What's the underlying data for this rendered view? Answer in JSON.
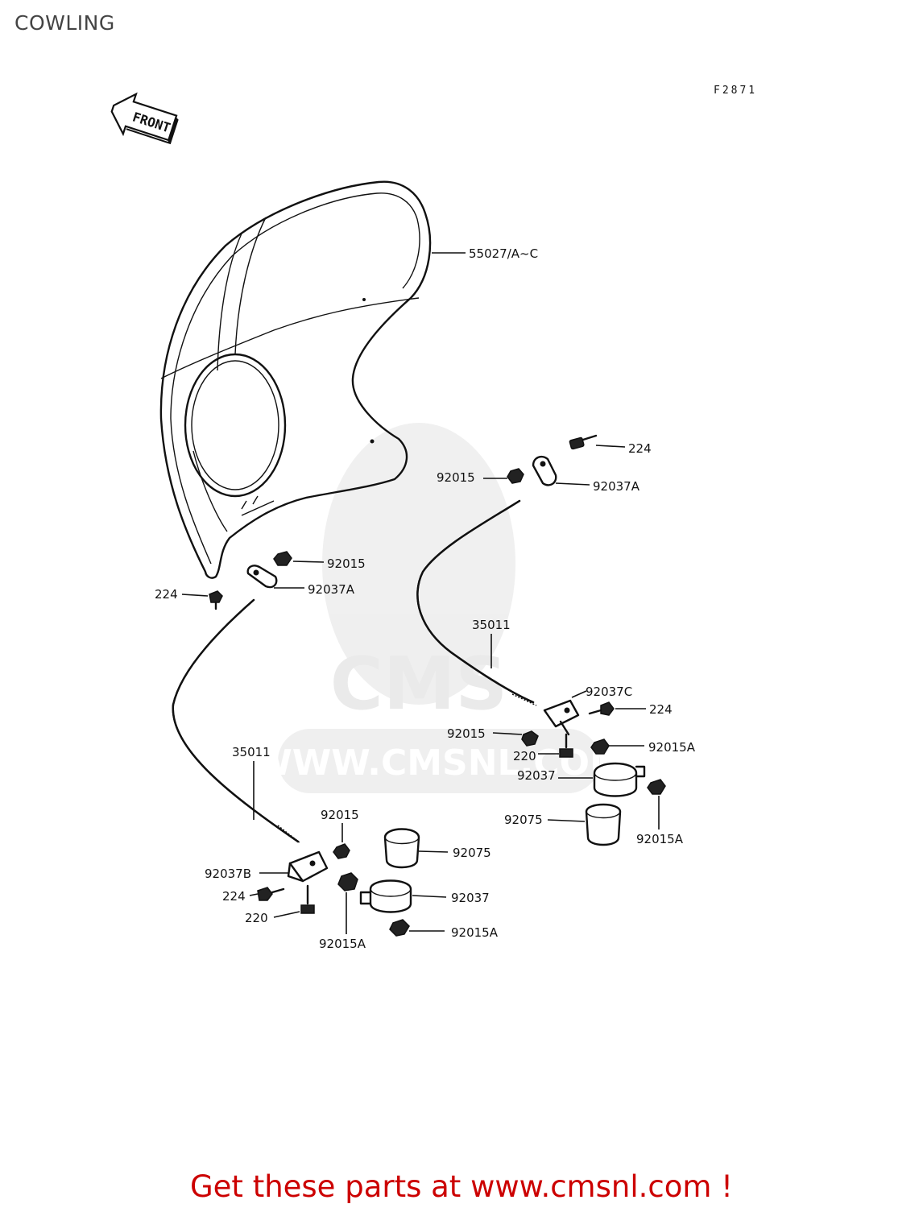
{
  "header": {
    "title": "COWLING"
  },
  "diagram": {
    "reference_code": "F2871",
    "front_arrow_label": "FRONT",
    "part_labels": [
      {
        "id": "l1",
        "text": "55027/A~C"
      },
      {
        "id": "l2",
        "text": "224"
      },
      {
        "id": "l3",
        "text": "92015"
      },
      {
        "id": "l4",
        "text": "92037A"
      },
      {
        "id": "l5",
        "text": "92015"
      },
      {
        "id": "l6",
        "text": "92037A"
      },
      {
        "id": "l7",
        "text": "224"
      },
      {
        "id": "l8",
        "text": "35011"
      },
      {
        "id": "l9",
        "text": "92037C"
      },
      {
        "id": "l10",
        "text": "224"
      },
      {
        "id": "l11",
        "text": "92015"
      },
      {
        "id": "l12",
        "text": "92015A"
      },
      {
        "id": "l13",
        "text": "220"
      },
      {
        "id": "l14",
        "text": "35011"
      },
      {
        "id": "l15",
        "text": "92037"
      },
      {
        "id": "l16",
        "text": "92075"
      },
      {
        "id": "l17",
        "text": "92015A"
      },
      {
        "id": "l18",
        "text": "92015"
      },
      {
        "id": "l19",
        "text": "92075"
      },
      {
        "id": "l20",
        "text": "92037B"
      },
      {
        "id": "l21",
        "text": "224"
      },
      {
        "id": "l22",
        "text": "92037"
      },
      {
        "id": "l23",
        "text": "220"
      },
      {
        "id": "l24",
        "text": "92015A"
      },
      {
        "id": "l25",
        "text": "92015A"
      }
    ]
  },
  "watermark": {
    "text": "WWW.CMSNL.COM",
    "logo_text": "CMS"
  },
  "footer": {
    "cta_text": "Get these parts at www.cmsnl.com !",
    "cta_color": "#cc0000"
  }
}
